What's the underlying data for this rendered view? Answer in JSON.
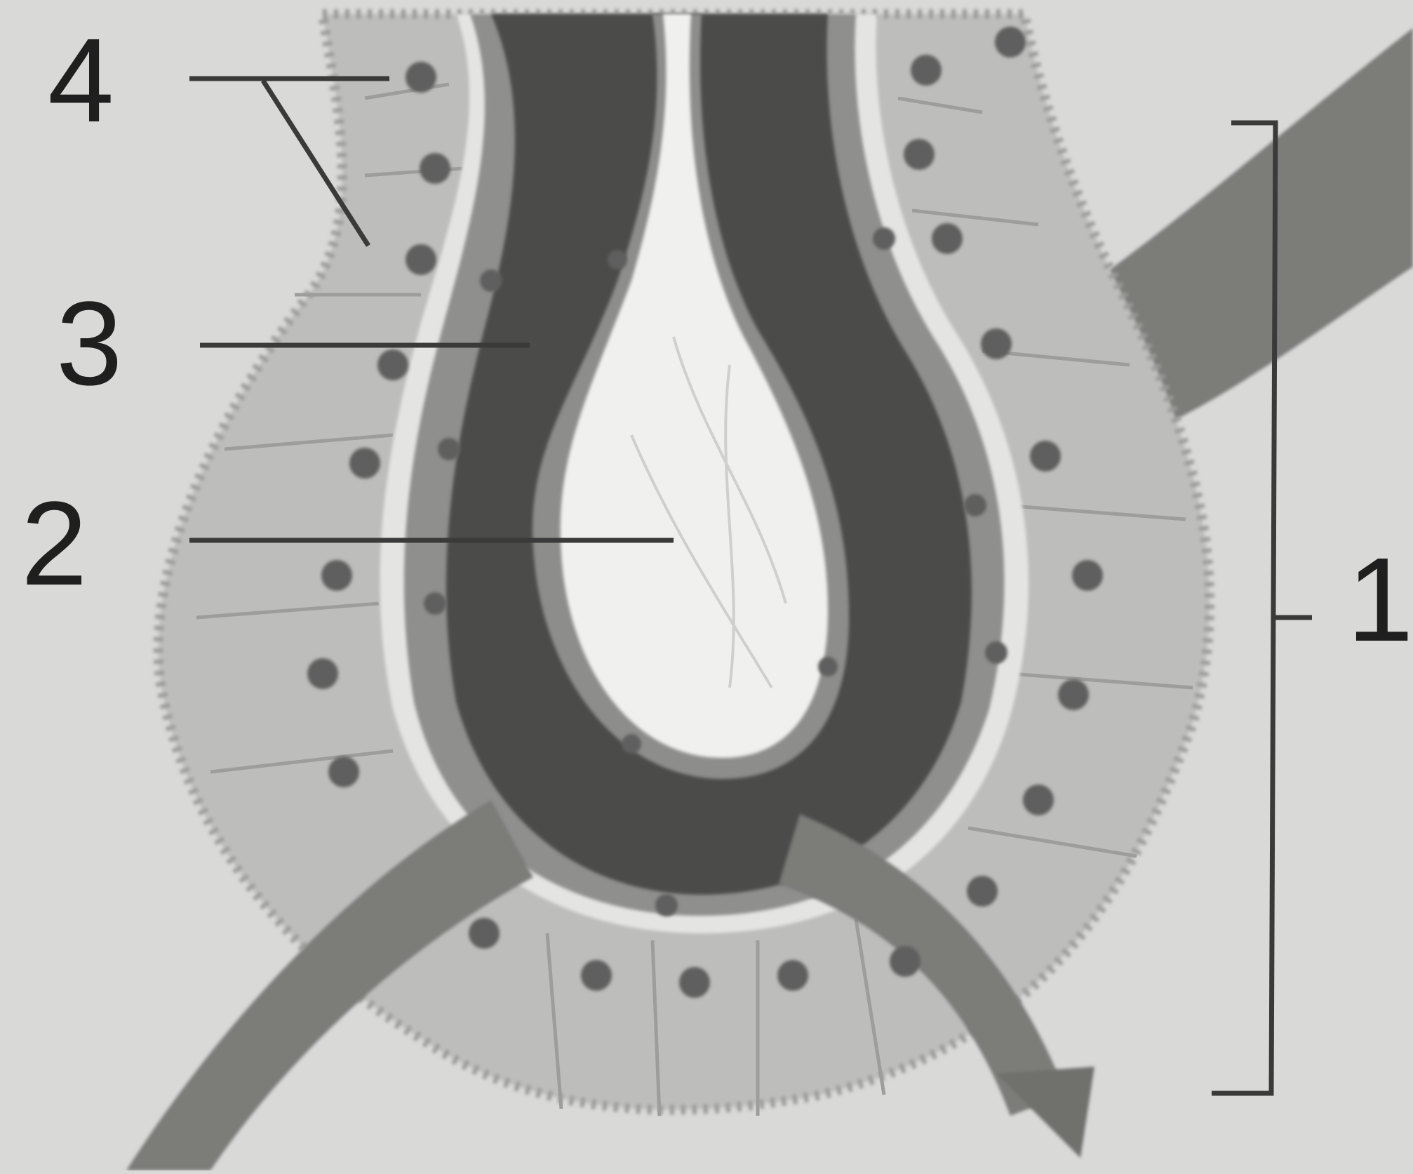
{
  "labels": {
    "l1": "1",
    "l2": "2",
    "l3": "3",
    "l4": "4"
  },
  "colors": {
    "background": "#d9d9d7",
    "cell_layer": "#b9b9b7",
    "nucleus": "#5f5f5e",
    "dark_muscle": "#4b4b4a",
    "inner_layer": "#8d8d8b",
    "lumen": "#f0f0ee",
    "band": "#7b7b79",
    "leader": "#3a3a3a"
  }
}
